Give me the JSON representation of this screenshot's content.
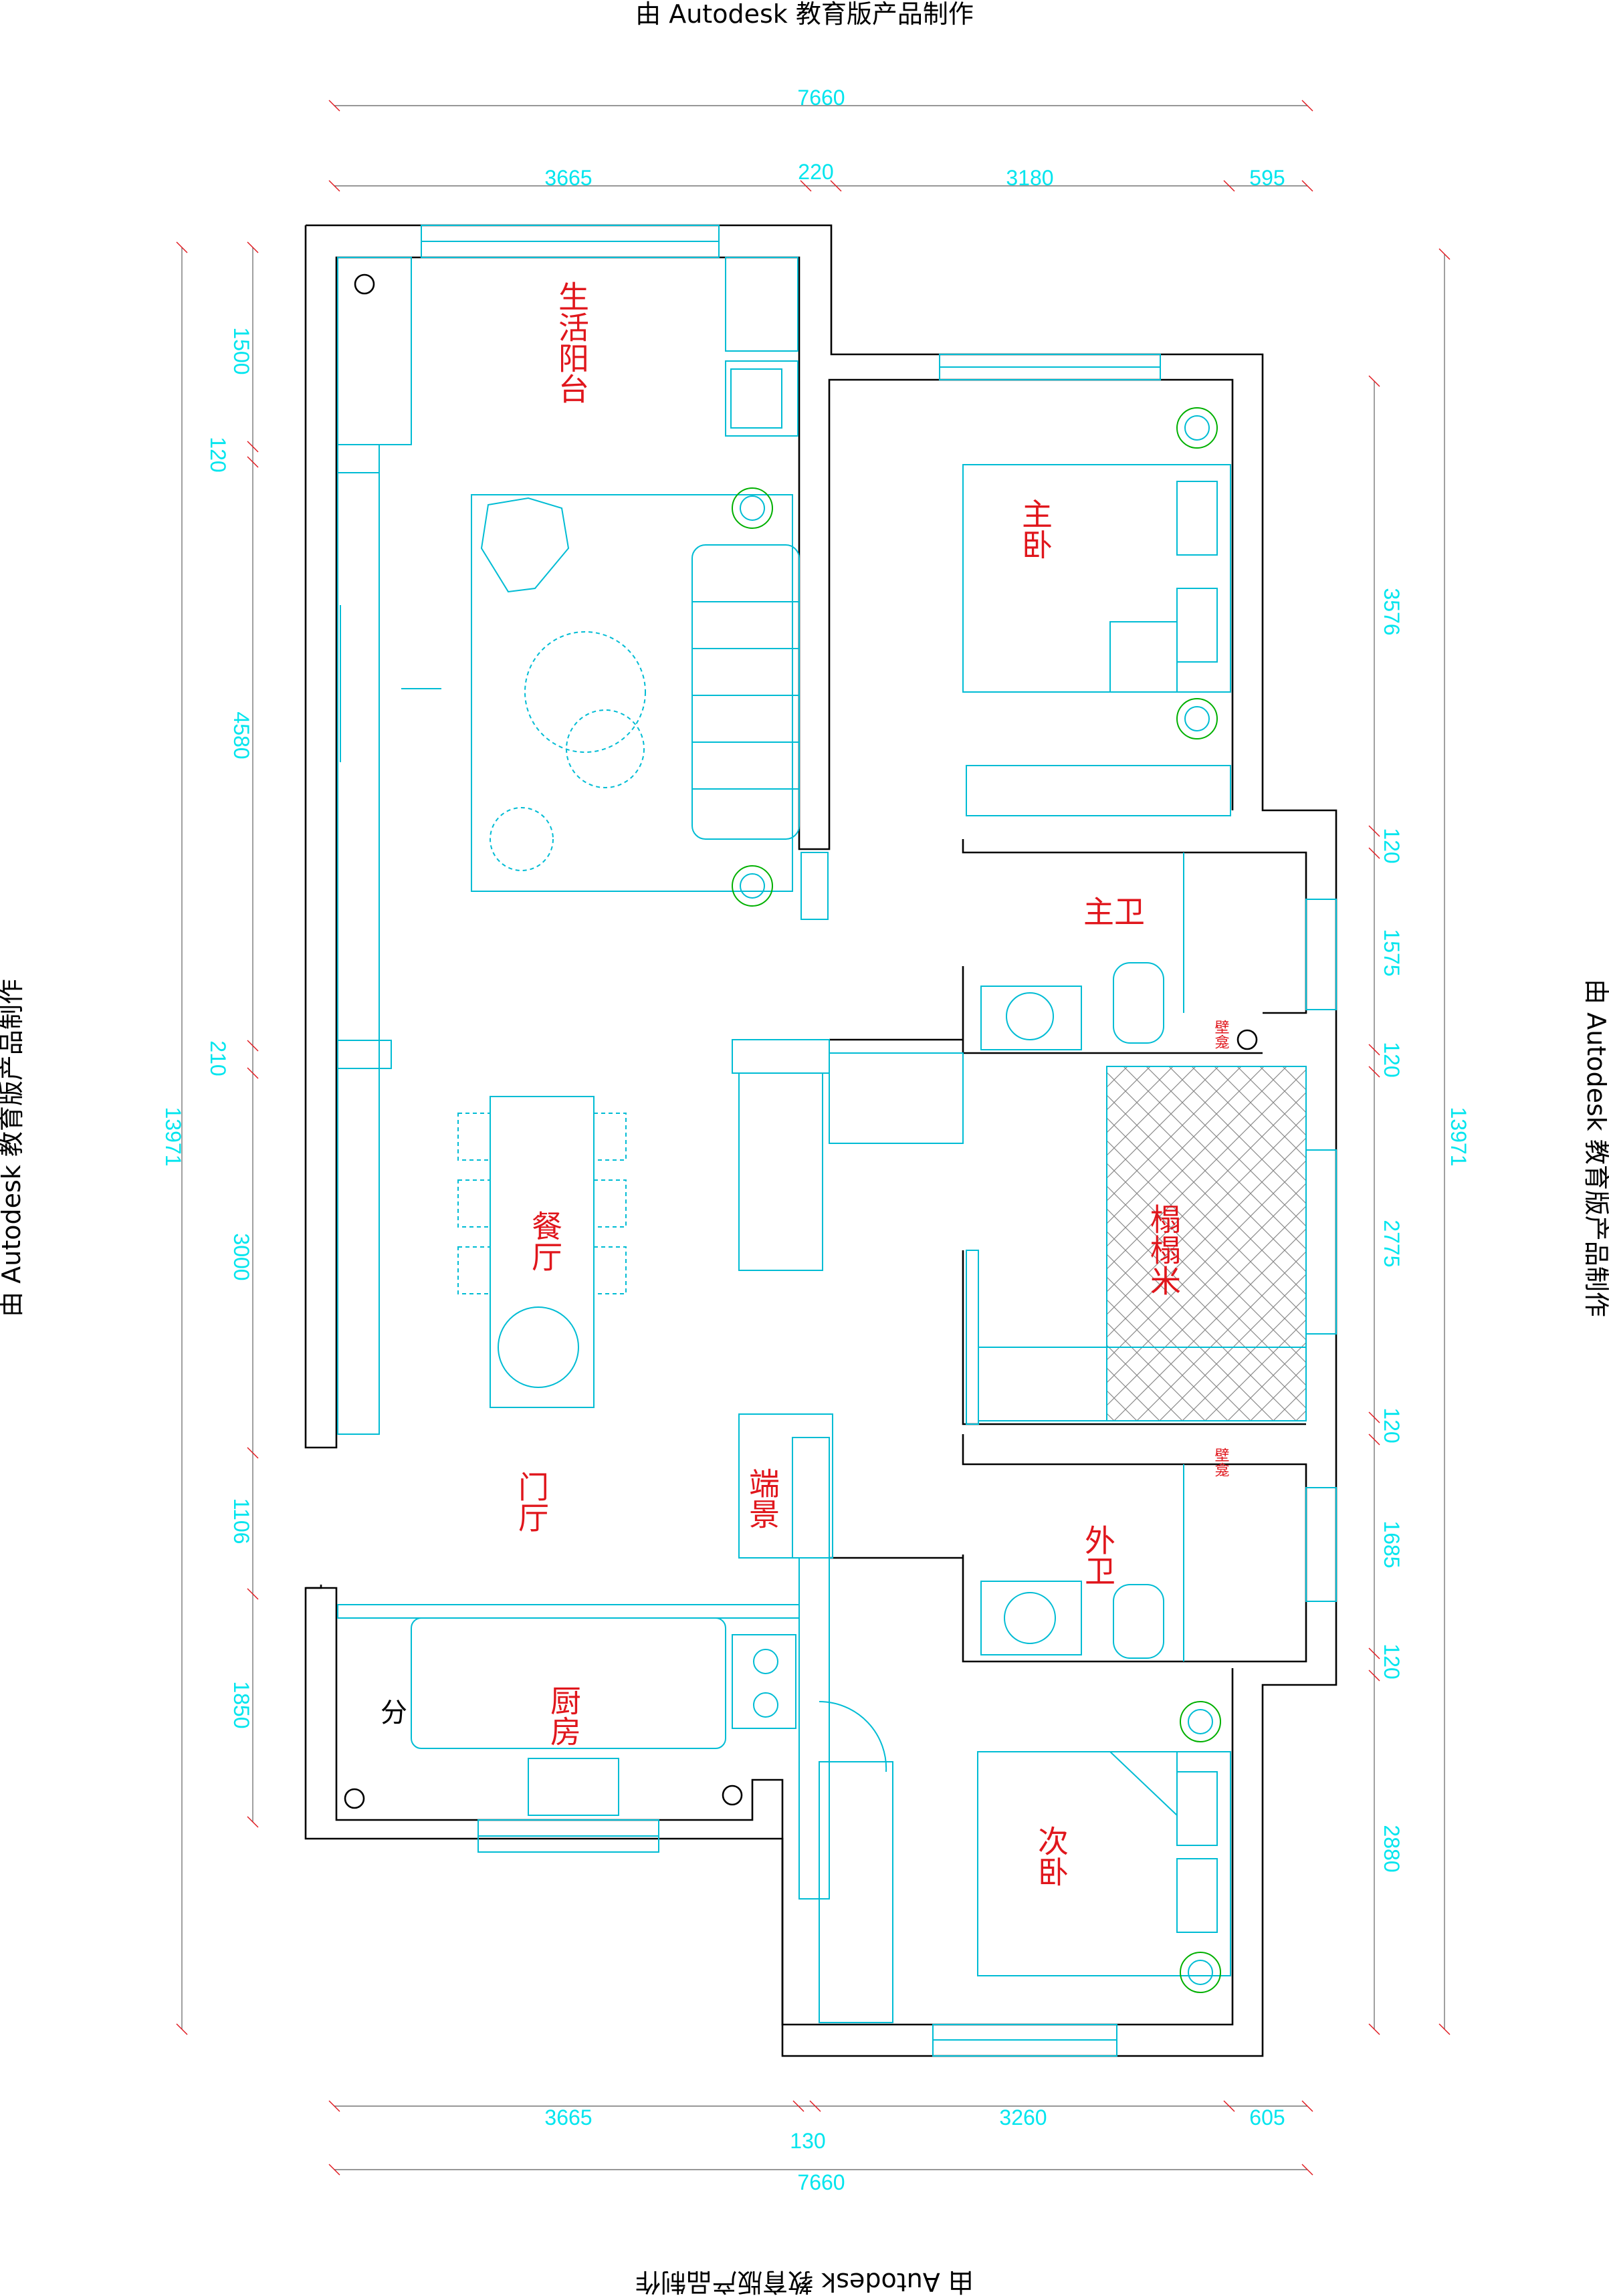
{
  "watermark": {
    "top": "由 Autodesk 教育版产品制作",
    "bottom": "由 Autodesk 教育版产品制作",
    "left": "由 Autodesk 教育版产品制作",
    "right": "由 Autodesk 教育版产品制作"
  },
  "dimensions": {
    "top_total": "7660",
    "top_segments": [
      "3665",
      "220",
      "3180",
      "595"
    ],
    "bottom_total": "7660",
    "bottom_segments": [
      "3665",
      "130",
      "3260",
      "605"
    ],
    "left_total": "13971",
    "left_segments": [
      "1500",
      "120",
      "4580",
      "210",
      "3000",
      "1106",
      "1850"
    ],
    "right_total": "13971",
    "right_segments": [
      "3576",
      "120",
      "1575",
      "120",
      "2775",
      "120",
      "1685",
      "120",
      "2880"
    ]
  },
  "rooms": {
    "balcony": "生活阳台",
    "master_bedroom": "主卧",
    "master_bath": "主卫",
    "dining": "餐厅",
    "tatami": "榻榻米",
    "entrance": "门厅",
    "entry_view": "端景",
    "guest_bath": "外卫",
    "kitchen": "厨房",
    "kitchen_mark": "分",
    "second_bedroom": "次卧",
    "bath_label_1": "壁龛",
    "bath_label_2": "壁龛"
  },
  "colors": {
    "wall": "#000000",
    "furniture": "#00bcd4",
    "dimension_text": "#00e5ee",
    "room_label": "#e0161c",
    "plant": "#00b000"
  }
}
